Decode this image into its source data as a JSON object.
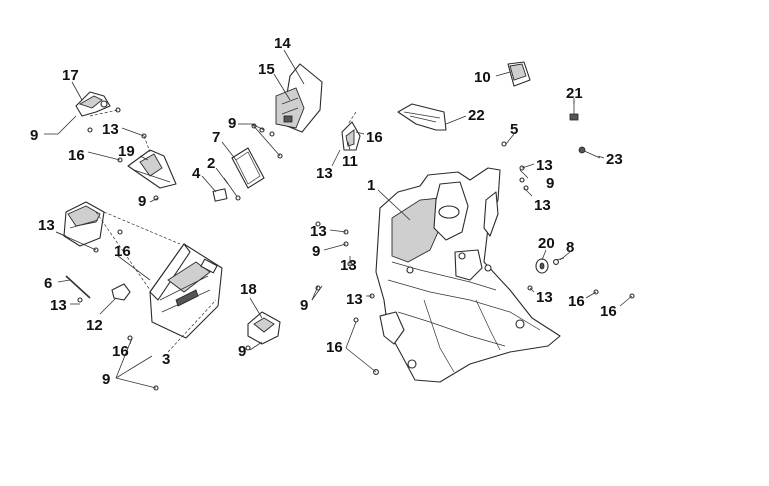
{
  "callouts": {
    "c1": "1",
    "c2": "2",
    "c3": "3",
    "c4": "4",
    "c5": "5",
    "c6": "6",
    "c7": "7",
    "c8": "8",
    "c10": "10",
    "c11": "11",
    "c12": "12",
    "c14": "14",
    "c15": "15",
    "c17": "17",
    "c18": "18",
    "c19": "19",
    "c20": "20",
    "c21": "21",
    "c22": "22",
    "c23": "23",
    "c9": "9",
    "c13": "13",
    "c16": "16"
  }
}
